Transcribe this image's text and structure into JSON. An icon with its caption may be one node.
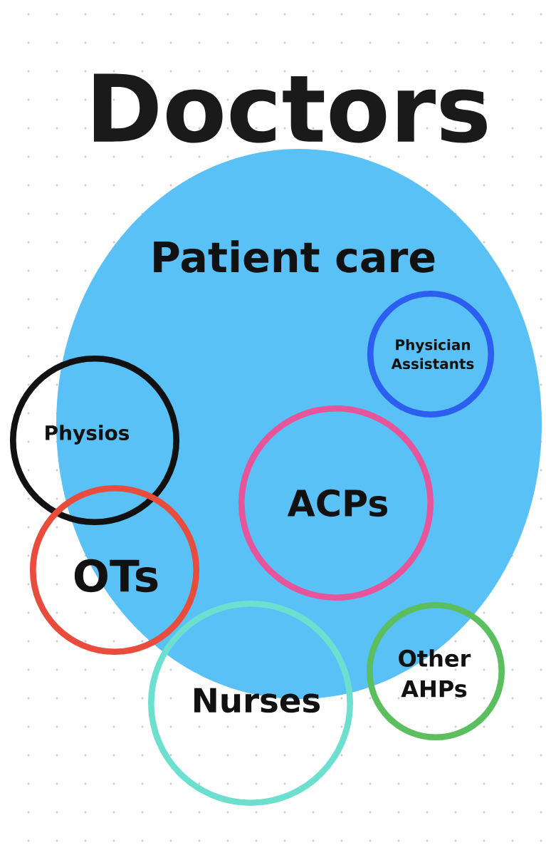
{
  "diagram": {
    "title": "Doctors",
    "nodes": [
      {
        "text": [
          "Patient care"
        ]
      },
      {
        "text": [
          "Physician Assistants"
        ],
        "in": 0
      },
      {
        "text": [
          "Physios"
        ]
      },
      {
        "text": [
          "ACPs"
        ],
        "in": 0
      },
      {
        "text": [
          "OTs"
        ]
      },
      {
        "text": [
          "Nurses"
        ]
      },
      {
        "text": [
          "Other AHPs"
        ]
      }
    ]
  }
}
